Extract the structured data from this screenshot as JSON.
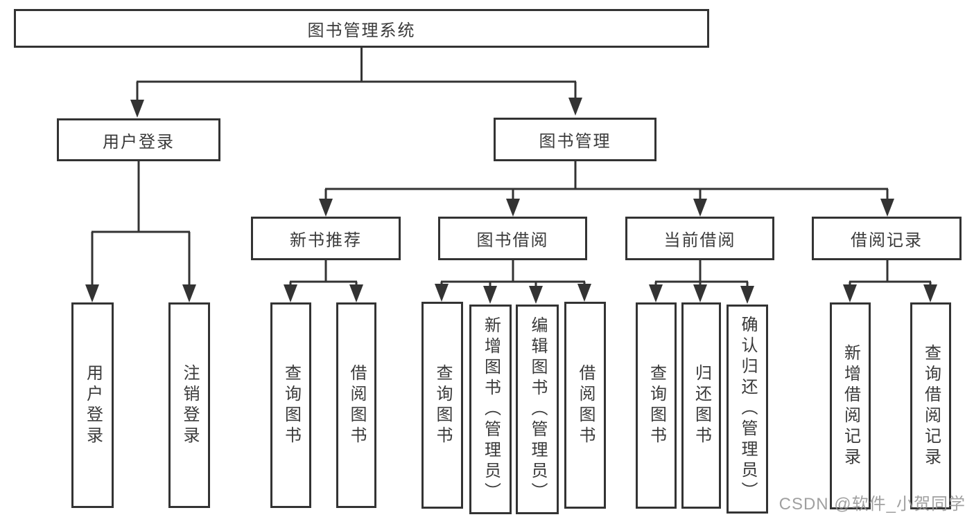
{
  "diagram": {
    "type": "hierarchy-structure-chart",
    "colors": {
      "line": "#333333",
      "box_border": "#333333",
      "box_fill": "#ffffff",
      "text": "#3a3a3a",
      "watermark": "#969696"
    }
  },
  "tree": {
    "root": {
      "label": "图书管理系统"
    },
    "branches": [
      {
        "label": "用户登录",
        "children": [
          {
            "label": "用户登录"
          },
          {
            "label": "注销登录"
          }
        ]
      },
      {
        "label": "图书管理",
        "children": [
          {
            "label": "新书推荐",
            "children": [
              {
                "label": "查询图书"
              },
              {
                "label": "借阅图书"
              }
            ]
          },
          {
            "label": "图书借阅",
            "children": [
              {
                "label": "查询图书"
              },
              {
                "label": "新增图书（管理员）"
              },
              {
                "label": "编辑图书（管理员）"
              },
              {
                "label": "借阅图书"
              }
            ]
          },
          {
            "label": "当前借阅",
            "children": [
              {
                "label": "查询图书"
              },
              {
                "label": "归还图书"
              },
              {
                "label": "确认归还（管理员）"
              }
            ]
          },
          {
            "label": "借阅记录",
            "children": [
              {
                "label": "新增借阅记录"
              },
              {
                "label": "查询借阅记录"
              }
            ]
          }
        ]
      }
    ]
  },
  "watermark": {
    "text": "CSDN @软件_小贺同学"
  }
}
